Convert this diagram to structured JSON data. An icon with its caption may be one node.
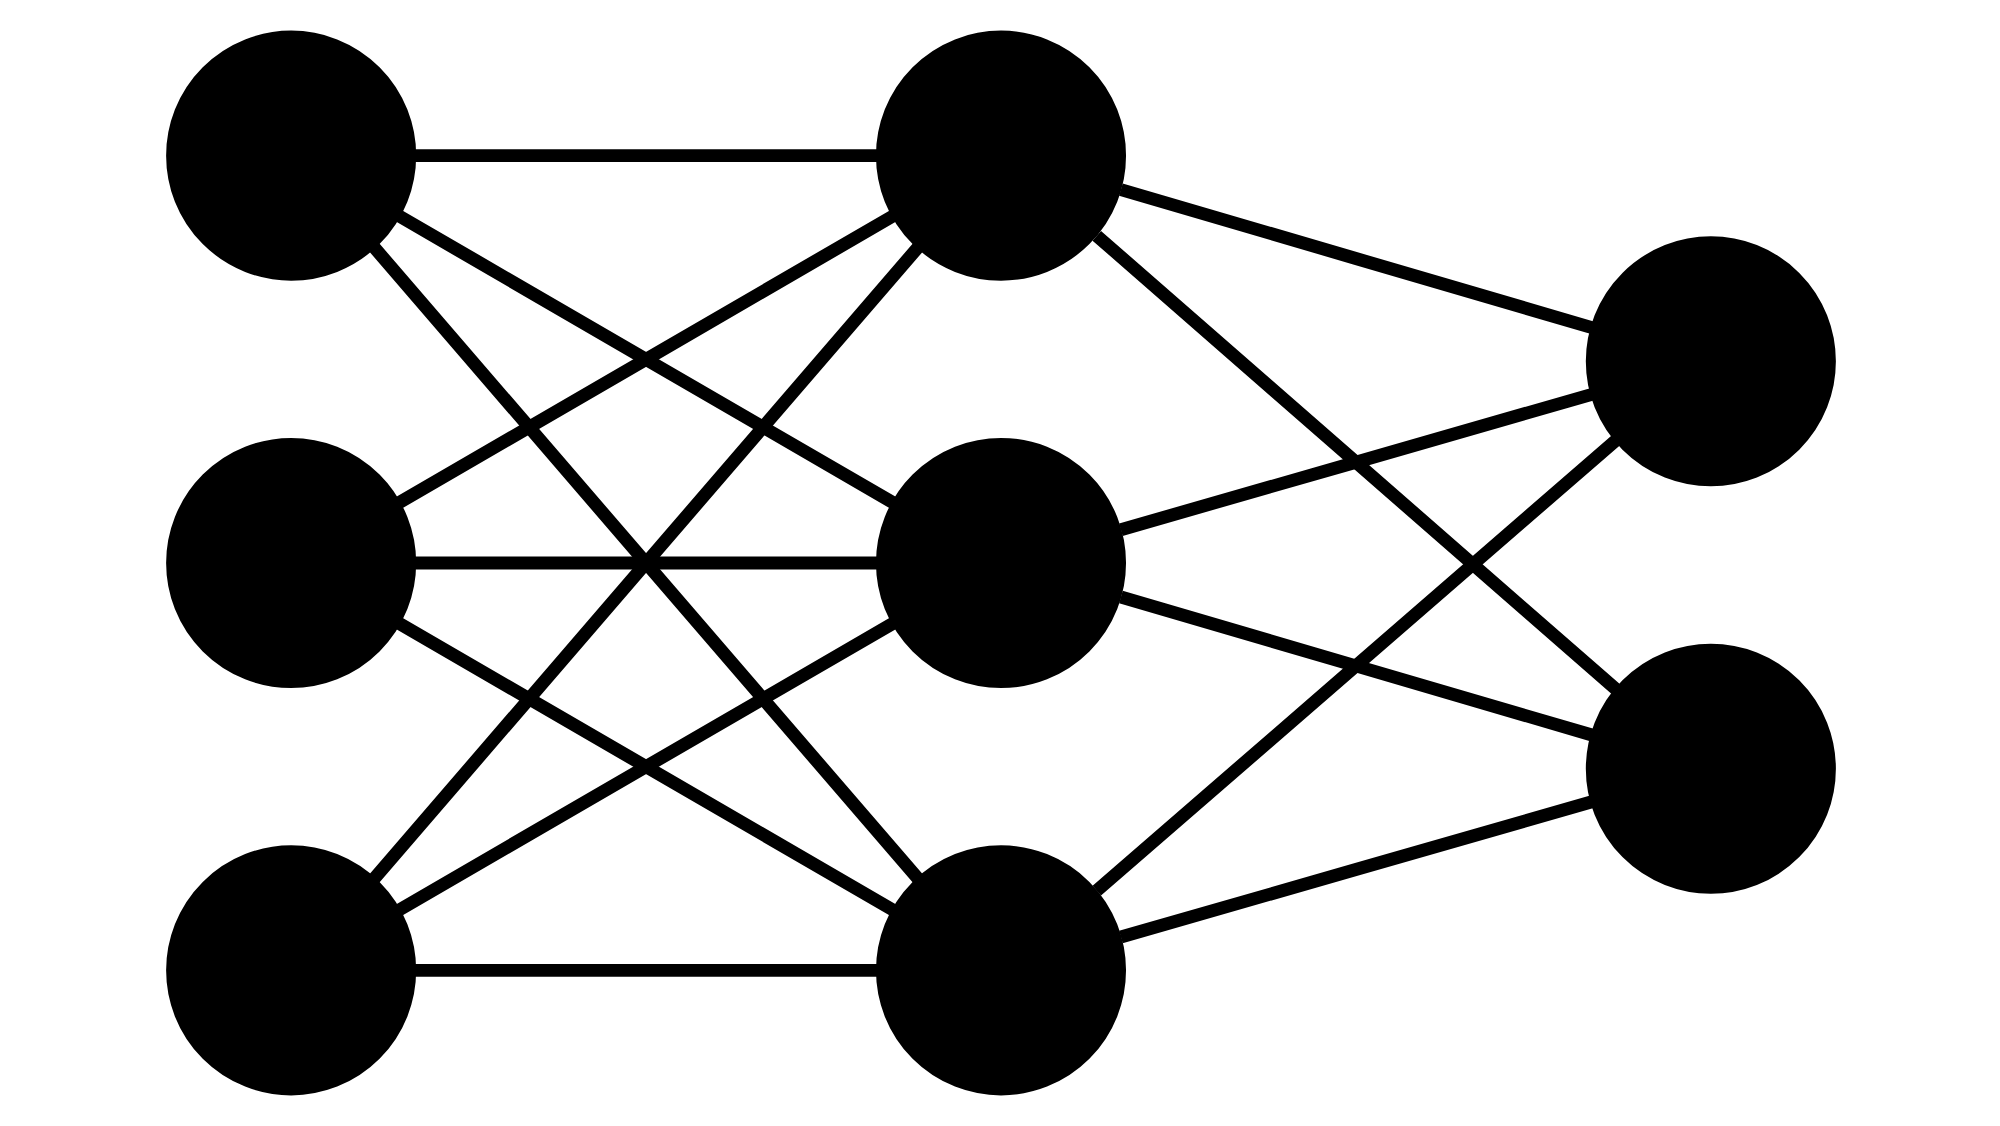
{
  "diagram": {
    "nodes": [
      {
        "text": [],
        "shape": "circle"
      },
      {
        "text": [],
        "shape": "circle"
      },
      {
        "text": [],
        "shape": "circle"
      },
      {
        "text": [],
        "shape": "circle"
      },
      {
        "text": [],
        "shape": "circle"
      },
      {
        "text": [],
        "shape": "circle"
      },
      {
        "text": [],
        "shape": "circle"
      },
      {
        "text": [],
        "shape": "circle"
      }
    ],
    "edges": [
      {
        "from": 0,
        "to": 3,
        "arrow": "none"
      },
      {
        "from": 0,
        "to": 4,
        "arrow": "none"
      },
      {
        "from": 0,
        "to": 5,
        "arrow": "none"
      },
      {
        "from": 1,
        "to": 3,
        "arrow": "none"
      },
      {
        "from": 1,
        "to": 4,
        "arrow": "none"
      },
      {
        "from": 1,
        "to": 5,
        "arrow": "none"
      },
      {
        "from": 2,
        "to": 3,
        "arrow": "none"
      },
      {
        "from": 2,
        "to": 4,
        "arrow": "none"
      },
      {
        "from": 2,
        "to": 5,
        "arrow": "none"
      },
      {
        "from": 3,
        "to": 6,
        "arrow": "none"
      },
      {
        "from": 3,
        "to": 7,
        "arrow": "none"
      },
      {
        "from": 4,
        "to": 6,
        "arrow": "none"
      },
      {
        "from": 4,
        "to": 7,
        "arrow": "none"
      },
      {
        "from": 5,
        "to": 6,
        "arrow": "none"
      },
      {
        "from": 5,
        "to": 7,
        "arrow": "none"
      }
    ]
  }
}
